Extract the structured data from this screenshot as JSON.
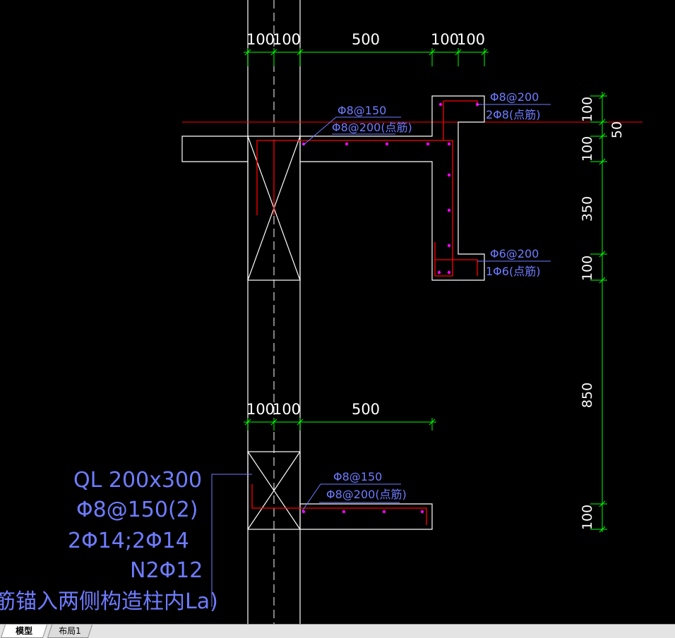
{
  "tabs": [
    {
      "label": "模型",
      "active": true
    },
    {
      "label": "布局1",
      "active": false
    }
  ],
  "top_section": {
    "dims_horizontal": [
      "100",
      "100",
      "500",
      "100",
      "100"
    ],
    "dims_vertical": [
      "100",
      "50",
      "100",
      "350",
      "100",
      "850"
    ],
    "slab_label_upper": "Φ8@150",
    "slab_label_lower": "Φ8@200(点筋)",
    "top_lip_label_upper": "Φ8@200",
    "top_lip_label_lower": "2Φ8(点筋)",
    "bottom_lip_label_upper": "Φ6@200",
    "bottom_lip_label_lower": "1Φ6(点筋)"
  },
  "bottom_section": {
    "dims_horizontal": [
      "100",
      "100",
      "500"
    ],
    "dim_vertical": "100",
    "slab_label_upper": "Φ8@150",
    "slab_label_lower": "Φ8@200(点筋)"
  },
  "beam_note": {
    "line1": "QL 200x300",
    "line2": "Φ8@150(2)",
    "line3": "2Φ14;2Φ14",
    "line4": "N2Φ12",
    "line5": "筋锚入两侧构造柱内La)"
  },
  "colors": {
    "background": "#000000",
    "outline": "#ffffff",
    "dimension": "#00ff00",
    "rebar": "#ff0000",
    "annotation": "#6f7cff",
    "rebar_dot": "#ff00ff"
  }
}
